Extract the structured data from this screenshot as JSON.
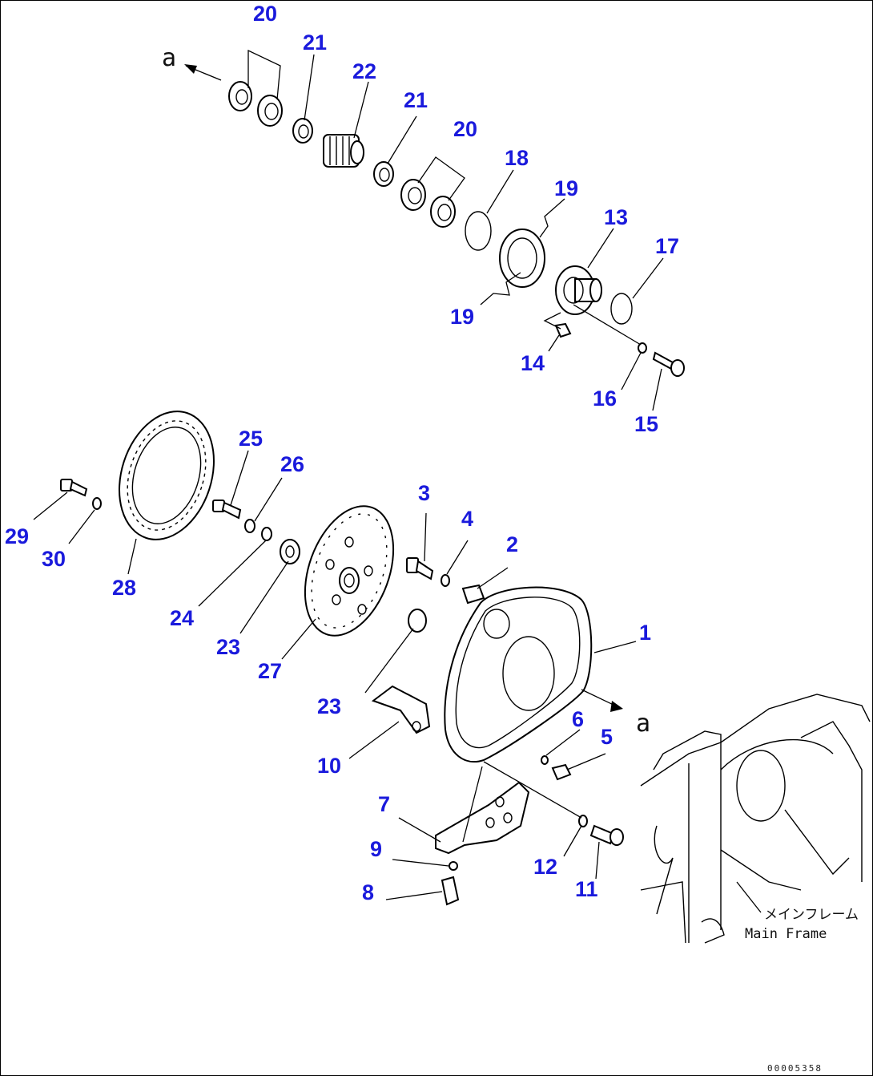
{
  "callouts": [
    {
      "id": "c20a",
      "text": "20"
    },
    {
      "id": "c21a",
      "text": "21"
    },
    {
      "id": "c22",
      "text": "22"
    },
    {
      "id": "c21b",
      "text": "21"
    },
    {
      "id": "c20b",
      "text": "20"
    },
    {
      "id": "c18",
      "text": "18"
    },
    {
      "id": "c19a",
      "text": "19"
    },
    {
      "id": "c13",
      "text": "13"
    },
    {
      "id": "c17",
      "text": "17"
    },
    {
      "id": "c19b",
      "text": "19"
    },
    {
      "id": "c14",
      "text": "14"
    },
    {
      "id": "c16",
      "text": "16"
    },
    {
      "id": "c15",
      "text": "15"
    },
    {
      "id": "c25",
      "text": "25"
    },
    {
      "id": "c26",
      "text": "26"
    },
    {
      "id": "c29",
      "text": "29"
    },
    {
      "id": "c30",
      "text": "30"
    },
    {
      "id": "c28",
      "text": "28"
    },
    {
      "id": "c24",
      "text": "24"
    },
    {
      "id": "c23a",
      "text": "23"
    },
    {
      "id": "c27",
      "text": "27"
    },
    {
      "id": "c3",
      "text": "3"
    },
    {
      "id": "c4",
      "text": "4"
    },
    {
      "id": "c2",
      "text": "2"
    },
    {
      "id": "c1",
      "text": "1"
    },
    {
      "id": "c23b",
      "text": "23"
    },
    {
      "id": "c10",
      "text": "10"
    },
    {
      "id": "c6",
      "text": "6"
    },
    {
      "id": "c5",
      "text": "5"
    },
    {
      "id": "c7",
      "text": "7"
    },
    {
      "id": "c9",
      "text": "9"
    },
    {
      "id": "c12",
      "text": "12"
    },
    {
      "id": "c11",
      "text": "11"
    },
    {
      "id": "c8",
      "text": "8"
    }
  ],
  "markers": {
    "a_top": "a",
    "a_bottom": "a"
  },
  "main_frame": {
    "label_jp": "メインフレーム",
    "label_en": "Main Frame"
  },
  "drawing_code": "00005358"
}
